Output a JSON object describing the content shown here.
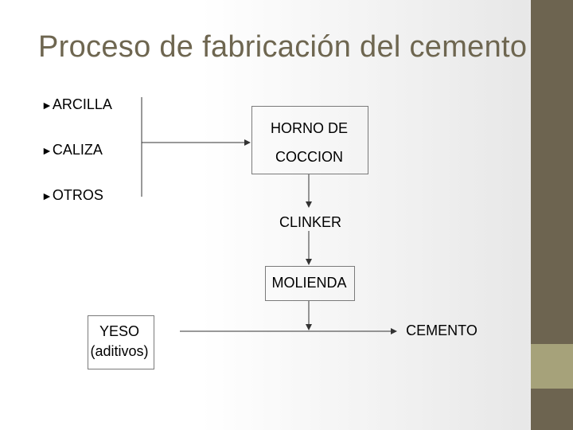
{
  "slide": {
    "title": "Proceso de fabricación del cemento",
    "colors": {
      "title": "#6e6650",
      "sidebar": "#6d6450",
      "sidebar_accent": "#a6a27a"
    }
  },
  "inputs": {
    "bullet": "►",
    "items": [
      "ARCILLA",
      "CALIZA",
      "OTROS"
    ]
  },
  "process": {
    "horno_line1": "HORNO DE",
    "horno_line2": "COCCION",
    "clinker": "CLINKER",
    "molienda": "MOLIENDA",
    "yeso_line1": "YESO",
    "yeso_line2": "(aditivos)",
    "cemento": "CEMENTO"
  }
}
